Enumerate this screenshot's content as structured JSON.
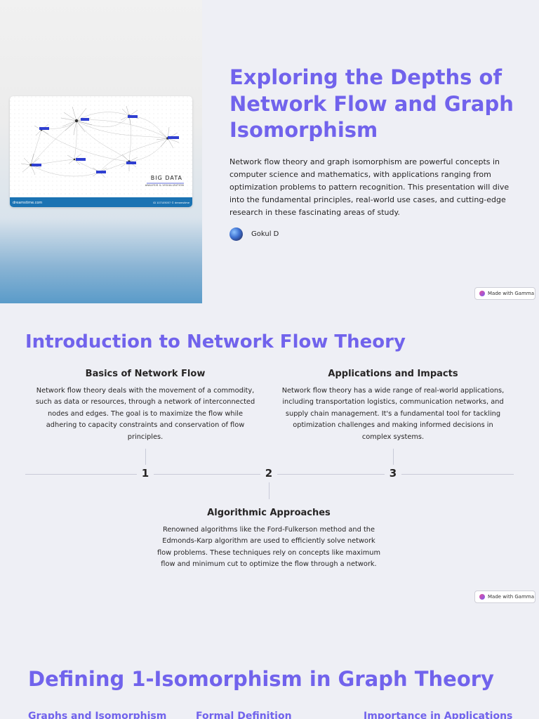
{
  "slide1": {
    "title": "Exploring the Depths of Network Flow and Graph Isomorphism",
    "description": "Network flow theory and graph isomorphism are powerful concepts in computer science and mathematics, with applications ranging from optimization problems to pattern recognition. This presentation will dive into the fundamental principles, real-world use cases, and cutting-edge research in these fascinating areas of study.",
    "author": "Gokul D",
    "image": {
      "caption": "BIG DATA",
      "subcaption": "ANALYSIS & VISUALIZATION",
      "watermark_left": "dreamstime.com",
      "watermark_right": "ID 107105057 © dreamstime"
    },
    "badge": "Made with Gamma"
  },
  "slide2": {
    "title": "Introduction to Network Flow Theory",
    "items": [
      {
        "number": "1",
        "heading": "Basics of Network Flow",
        "text": "Network flow theory deals with the movement of a commodity, such as data or resources, through a network of interconnected nodes and edges. The goal is to maximize the flow while adhering to capacity constraints and conservation of flow principles."
      },
      {
        "number": "2",
        "heading": "Algorithmic Approaches",
        "text": "Renowned algorithms like the Ford-Fulkerson method and the Edmonds-Karp algorithm are used to efficiently solve network flow problems. These techniques rely on concepts like maximum flow and minimum cut to optimize the flow through a network."
      },
      {
        "number": "3",
        "heading": "Applications and Impacts",
        "text": "Network flow theory has a wide range of real-world applications, including transportation logistics, communication networks, and supply chain management. It's a fundamental tool for tackling optimization challenges and making informed decisions in complex systems."
      }
    ],
    "badge": "Made with Gamma"
  },
  "slide3": {
    "title": "Defining 1-Isomorphism in Graph Theory",
    "columns": [
      "Graphs and Isomorphism",
      "Formal Definition",
      "Importance in Applications"
    ]
  },
  "colors": {
    "accent": "#7163ec",
    "background": "#eeeff5",
    "text": "#272525",
    "image_footer": "#1b73b3"
  }
}
